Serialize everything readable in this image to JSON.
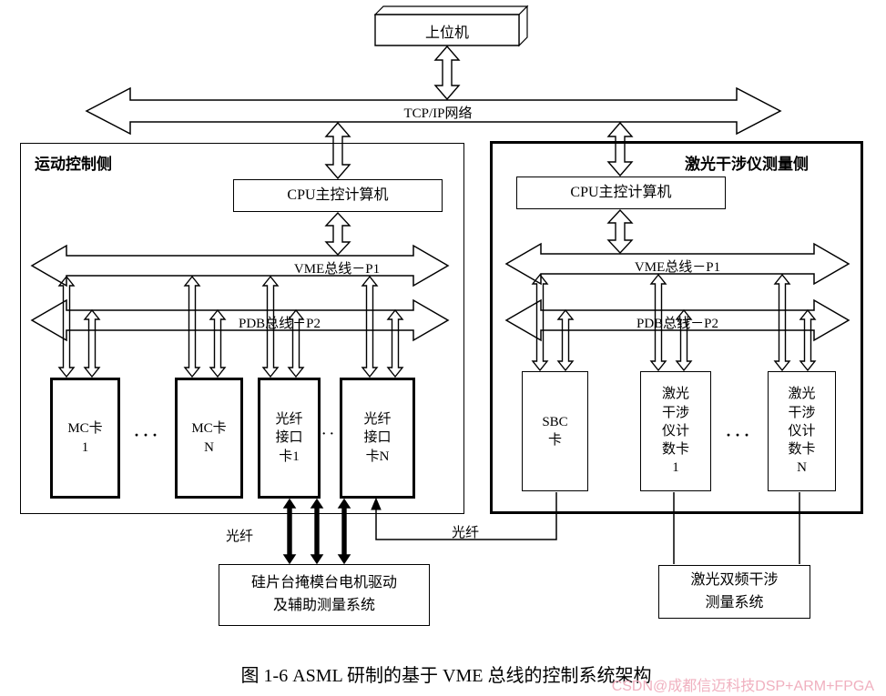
{
  "colors": {
    "watermark": "#f0b0bf",
    "line": "#000000"
  },
  "host": {
    "label": "上位机"
  },
  "network": {
    "label": "TCP/IP网络"
  },
  "left": {
    "title": "运动控制侧",
    "cpu": "CPU主控计算机",
    "vme": "VME总线－P1",
    "pdb": "PDB总线－P2",
    "cards": [
      {
        "label": "MC卡\n1"
      },
      {
        "label": "MC卡\nN"
      },
      {
        "label": "光纤\n接口\n卡1"
      },
      {
        "label": "光纤\n接口\n卡N"
      }
    ],
    "dots_a": "···",
    "dots_b": "··"
  },
  "right": {
    "title": "激光干涉仪测量侧",
    "cpu": "CPU主控计算机",
    "vme": "VME总线－P1",
    "pdb": "PDB总线－P2",
    "cards": [
      {
        "label": "SBC\n卡"
      },
      {
        "label": "激光\n干涉\n仪计\n数卡\n1"
      },
      {
        "label": "激光\n干涉\n仪计\n数卡\nN"
      }
    ],
    "dots": "···"
  },
  "fiber_left": "光纤",
  "fiber_mid": "光纤",
  "bottom_left_box": "硅片台掩模台电机驱动\n及辅助测量系统",
  "bottom_right_box": "激光双频干涉\n测量系统",
  "caption": "图 1-6 ASML 研制的基于 VME 总线的控制系统架构",
  "watermark": "CSDN@成都信迈科技DSP+ARM+FPGA"
}
